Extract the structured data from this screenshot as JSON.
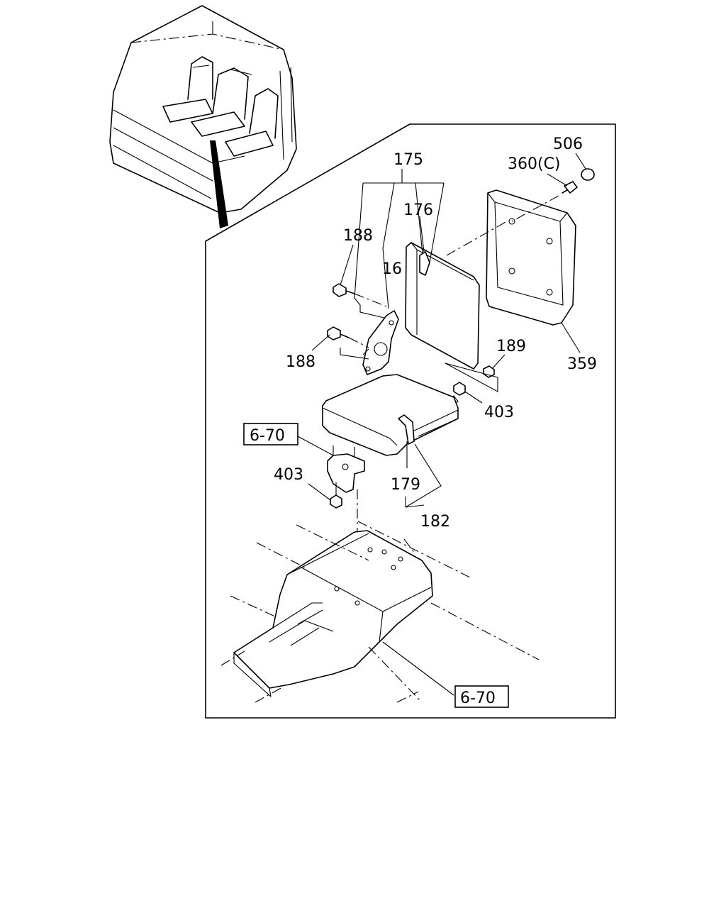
{
  "callouts": {
    "c175": "175",
    "c176": "176",
    "c188_upper": "188",
    "c16": "16",
    "c188_lower": "188",
    "c506": "506",
    "c360": "360(C)",
    "c359": "359",
    "c189": "189",
    "c403_right": "403",
    "c403_left": "403",
    "c179": "179",
    "c182": "182"
  },
  "references": {
    "ref_upper": "6-70",
    "ref_lower": "6-70"
  },
  "icons": {
    "cab_overview": "truck-cab-seats-icon",
    "seat_back": "seat-back-icon",
    "back_cover": "seat-back-cover-icon",
    "seat_cushion": "seat-cushion-icon",
    "floor_tunnel": "floor-tunnel-icon"
  },
  "colors": {
    "line": "#000000",
    "background": "#ffffff"
  }
}
